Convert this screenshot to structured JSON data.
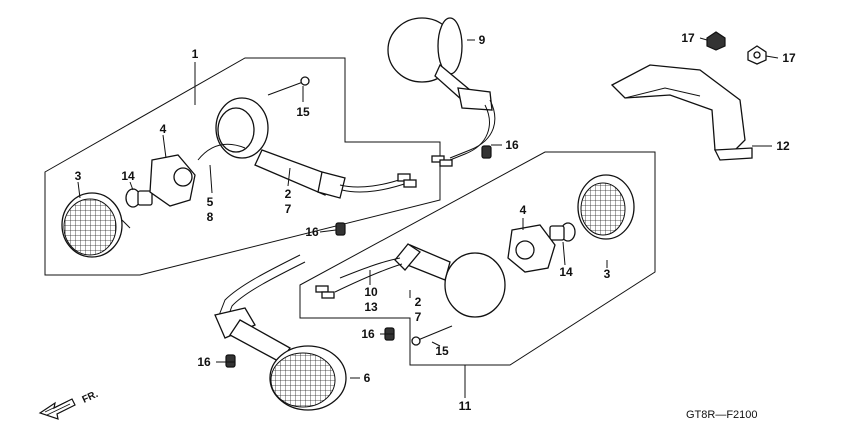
{
  "diagram_code": "GT8R—F2100",
  "front_arrow_label": "FR.",
  "callouts": {
    "c1": "1",
    "c2a": "2",
    "c7a": "7",
    "c3a": "3",
    "c4a": "4",
    "c5": "5",
    "c8": "8",
    "c14a": "14",
    "c15a": "15",
    "c16a": "16",
    "c9": "9",
    "c16b": "16",
    "c17a": "17",
    "c17b": "17",
    "c12": "12",
    "c4b": "4",
    "c3b": "3",
    "c14b": "14",
    "c10": "10",
    "c13": "13",
    "c2b": "2",
    "c7b": "7",
    "c16c": "16",
    "c15b": "15",
    "c16d": "16",
    "c6": "6",
    "c11": "11"
  }
}
